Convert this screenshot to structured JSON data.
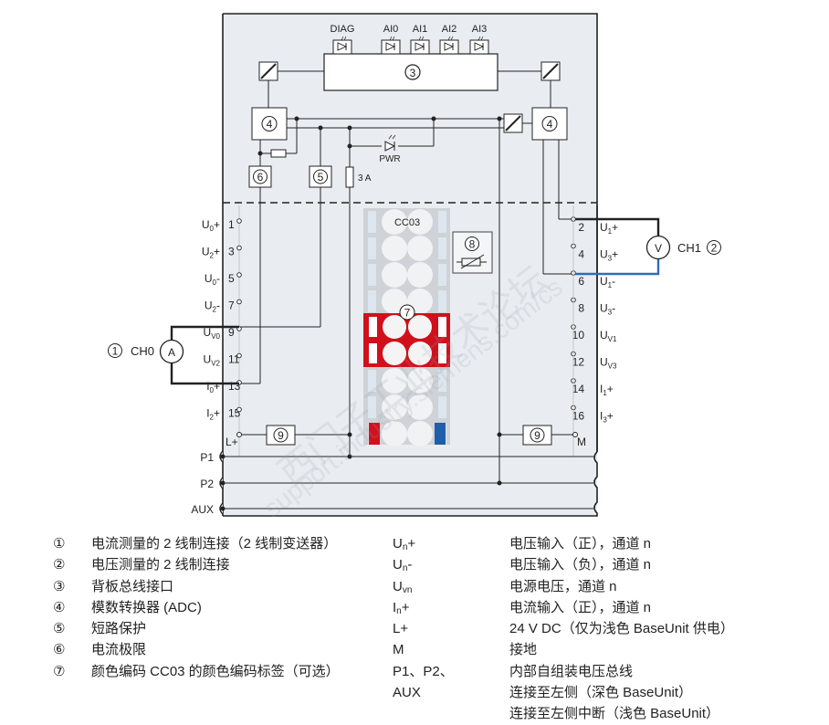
{
  "leds_top": [
    "DIAG",
    "AI0",
    "AI1",
    "AI2",
    "AI3"
  ],
  "callouts": {
    "c1": "1",
    "c2": "2",
    "c3": "3",
    "c4": "4",
    "c5": "5",
    "c6": "6",
    "c7": "7",
    "c8": "8",
    "c9": "9"
  },
  "pwr_label": "PWR",
  "fuse_label": "3 A",
  "cc_label": "CC03",
  "left_terminals": [
    {
      "sym": "U",
      "sub": "0",
      "suf": "+",
      "num": "1"
    },
    {
      "sym": "U",
      "sub": "2",
      "suf": "+",
      "num": "3"
    },
    {
      "sym": "U",
      "sub": "0",
      "suf": "-",
      "num": "5"
    },
    {
      "sym": "U",
      "sub": "2",
      "suf": "-",
      "num": "7"
    },
    {
      "sym": "U",
      "sub": "V0",
      "suf": "",
      "num": "9"
    },
    {
      "sym": "U",
      "sub": "V2",
      "suf": "",
      "num": "11"
    },
    {
      "sym": "I",
      "sub": "0",
      "suf": "+",
      "num": "13"
    },
    {
      "sym": "I",
      "sub": "2",
      "suf": "+",
      "num": "15"
    }
  ],
  "right_terminals": [
    {
      "sym": "U",
      "sub": "1",
      "suf": "+",
      "num": "2"
    },
    {
      "sym": "U",
      "sub": "3",
      "suf": "+",
      "num": "4"
    },
    {
      "sym": "U",
      "sub": "1",
      "suf": "-",
      "num": "6"
    },
    {
      "sym": "U",
      "sub": "3",
      "suf": "-",
      "num": "8"
    },
    {
      "sym": "U",
      "sub": "V1",
      "suf": "",
      "num": "10"
    },
    {
      "sym": "U",
      "sub": "V3",
      "suf": "",
      "num": "12"
    },
    {
      "sym": "I",
      "sub": "1",
      "suf": "+",
      "num": "14"
    },
    {
      "sym": "I",
      "sub": "3",
      "suf": "+",
      "num": "16"
    }
  ],
  "lplus_label": "L+",
  "m_label": "M",
  "bus_labels": [
    "P1",
    "P2",
    "AUX"
  ],
  "ch0_label": "CH0",
  "ch1_label": "CH1",
  "ammeter_label": "A",
  "voltmeter_label": "V",
  "watermarks": [
    "西门子工业技术论坛",
    "support.industry.siemens.com/cs"
  ],
  "colors": {
    "module_bg": "#e9edf1",
    "red": "#d0111b",
    "blue": "#1f5fa8",
    "wire_blue": "#2f6db5",
    "label_grey": "#cfd2d6"
  },
  "legend_left": [
    {
      "num": "①",
      "text": "电流测量的 2 线制连接（2 线制变送器）"
    },
    {
      "num": "②",
      "text": "电压测量的 2 线制连接"
    },
    {
      "num": "③",
      "text": "背板总线接口"
    },
    {
      "num": "④",
      "text": "模数转换器 (ADC)"
    },
    {
      "num": "⑤",
      "text": "短路保护"
    },
    {
      "num": "⑥",
      "text": "电流极限"
    },
    {
      "num": "⑦",
      "text": "颜色编码 CC03 的颜色编码标签（可选）"
    }
  ],
  "legend_right": [
    {
      "sym": "U",
      "sub": "n",
      "suf": "+",
      "text": "电压输入（正），通道 n"
    },
    {
      "sym": "U",
      "sub": "n",
      "suf": "-",
      "text": "电压输入（负），通道 n"
    },
    {
      "sym": "U",
      "sub": "vn",
      "suf": "",
      "text": "电源电压，通道 n"
    },
    {
      "sym": "I",
      "sub": "n",
      "suf": "+",
      "text": "电流输入（正），通道 n"
    },
    {
      "sym": "L+",
      "sub": "",
      "suf": "",
      "text": "24 V DC（仅为浅色 BaseUnit 供电）"
    },
    {
      "sym": "M",
      "sub": "",
      "suf": "",
      "text": "接地"
    },
    {
      "sym": "P1、P2、",
      "sub": "",
      "suf": "",
      "text": "内部自组装电压总线"
    },
    {
      "sym": "AUX",
      "sub": "",
      "suf": "",
      "text": "连接至左侧（深色 BaseUnit）"
    },
    {
      "sym": "",
      "sub": "",
      "suf": "",
      "text": "连接至左侧中断（浅色 BaseUnit）"
    }
  ]
}
